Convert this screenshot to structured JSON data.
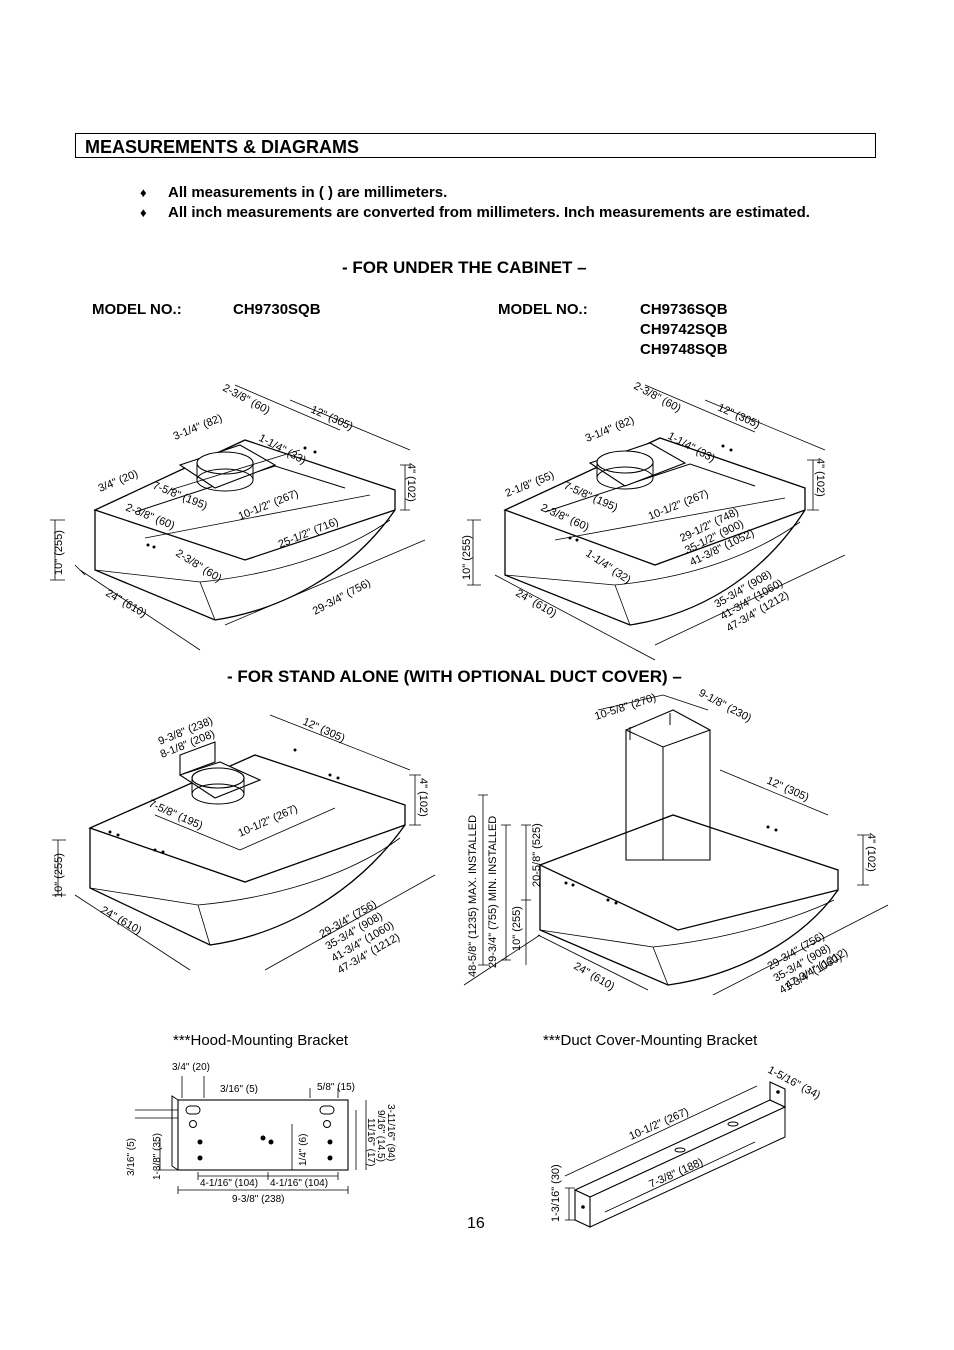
{
  "header": {
    "title": "MEASUREMENTS & DIAGRAMS"
  },
  "notes": [
    "All measurements in ( ) are millimeters.",
    "All inch measurements are converted from millimeters.  Inch measurements are estimated."
  ],
  "bullet_symbol": "♦",
  "sections": {
    "under_cabinet": "- FOR UNDER THE CABINET –",
    "stand_alone": "- FOR STAND ALONE (WITH OPTIONAL DUCT COVER) –"
  },
  "models": {
    "left": {
      "label": "MODEL NO.:",
      "numbers": [
        "CH9730SQB"
      ]
    },
    "right": {
      "label": "MODEL NO.:",
      "numbers": [
        "CH9736SQB",
        "CH9742SQB",
        "CH9748SQB"
      ]
    }
  },
  "diagram1": {
    "d_2_3_8": "2-3/8\" (60)",
    "d_12": "12\" (305)",
    "d_3_1_4": "3-1/4\" (82)",
    "d_1_1_4": "1-1/4\" (33)",
    "d_4": "4\" (102)",
    "d_3_4": "3/4\" (20)",
    "d_7_5_8": "7-5/8\" (195)",
    "d_10_1_2": "10-1/2\" (267)",
    "d_2_3_8b": "2-3/8\" (60)",
    "d_25_1_2": "25-1/2\" (716)",
    "d_10": "10\" (255)",
    "d_2_3_8c": "2-3/8\" (60)",
    "d_24": "24\" (610)",
    "d_29_3_4": "29-3/4\" (756)"
  },
  "diagram2": {
    "d_2_3_8": "2-3/8\" (60)",
    "d_12": "12\" (305)",
    "d_3_1_4": "3-1/4\" (82)",
    "d_1_1_4": "1-1/4\" (33)",
    "d_4": "4\" (102)",
    "d_2_1_8": "2-1/8\" (55)",
    "d_7_5_8": "7-5/8\" (195)",
    "d_10_1_2": "10-1/2\" (267)",
    "d_2_3_8b": "2-3/8\" (60)",
    "d_29_1_2": "29-1/2\" (748)",
    "d_35_1_2": "35-1/2\" (900)",
    "d_41_3_8": "41-3/8\" (1052)",
    "d_10": "10\" (255)",
    "d_1_1_4b": "1-1/4\" (32)",
    "d_24": "24\" (610)",
    "d_35_3_4": "35-3/4\" (908)",
    "d_41_3_4": "41-3/4\" (1060)",
    "d_47_3_4": "47-3/4\" (1212)"
  },
  "diagram3": {
    "d_9_3_8": "9-3/8\" (238)",
    "d_8_1_8": "8-1/8\" (208)",
    "d_12": "12\" (305)",
    "d_4": "4\" (102)",
    "d_7_5_8": "7-5/8\" (195)",
    "d_10_1_2": "10-1/2\" (267)",
    "d_10": "10\" (255)",
    "d_24": "24\" (610)",
    "d_29_3_4": "29-3/4\" (756)",
    "d_35_3_4": "35-3/4\" (908)",
    "d_41_3_4": "41-3/4\" (1060)",
    "d_47_3_4": "47-3/4\" (1212)"
  },
  "diagram4": {
    "d_10_5_8": "10-5/8\" (270)",
    "d_9_1_8": "9-1/8\" (230)",
    "d_12": "12\" (305)",
    "d_4": "4\" (102)",
    "d_max": "48-5/8\" (1235) MAX. INSTALLED",
    "d_min": "29-3/4\" (755) MIN. INSTALLED",
    "d_20_5_8": "20-5/8\" (525)",
    "d_10": "10\" (255)",
    "d_24": "24\" (610)",
    "d_29_3_4": "29-3/4\" (756)",
    "d_35_3_4": "35-3/4\" (908)",
    "d_41_3_4": "41-3/4\" (1060)",
    "d_47_3_4": "47-3/4\" (1212)"
  },
  "brackets": {
    "hood_caption": "***Hood-Mounting Bracket",
    "duct_caption": "***Duct Cover-Mounting Bracket",
    "hood": {
      "d_3_4": "3/4\" (20)",
      "d_3_16a": "3/16\" (5)",
      "d_5_8": "5/8\" (15)",
      "d_3_11_16": "3-11/16\" (94)",
      "d_9_16": "9/16\" (14.5)",
      "d_11_16": "11/16\" (17)",
      "d_1_4": "1/4\" (6)",
      "d_3_16b": "3/16\" (5)",
      "d_1_3_8": "1-3/8\" (35)",
      "d_4_1_16a": "4-1/16\" (104)",
      "d_4_1_16b": "4-1/16\" (104)",
      "d_9_3_8": "9-3/8\" (238)"
    },
    "duct": {
      "d_1_5_16": "1-5/16\" (34)",
      "d_10_1_2": "10-1/2\" (267)",
      "d_7_3_8": "7-3/8\" (188)",
      "d_1_3_16": "1-3/16\" (30)"
    }
  },
  "page_number": "16"
}
